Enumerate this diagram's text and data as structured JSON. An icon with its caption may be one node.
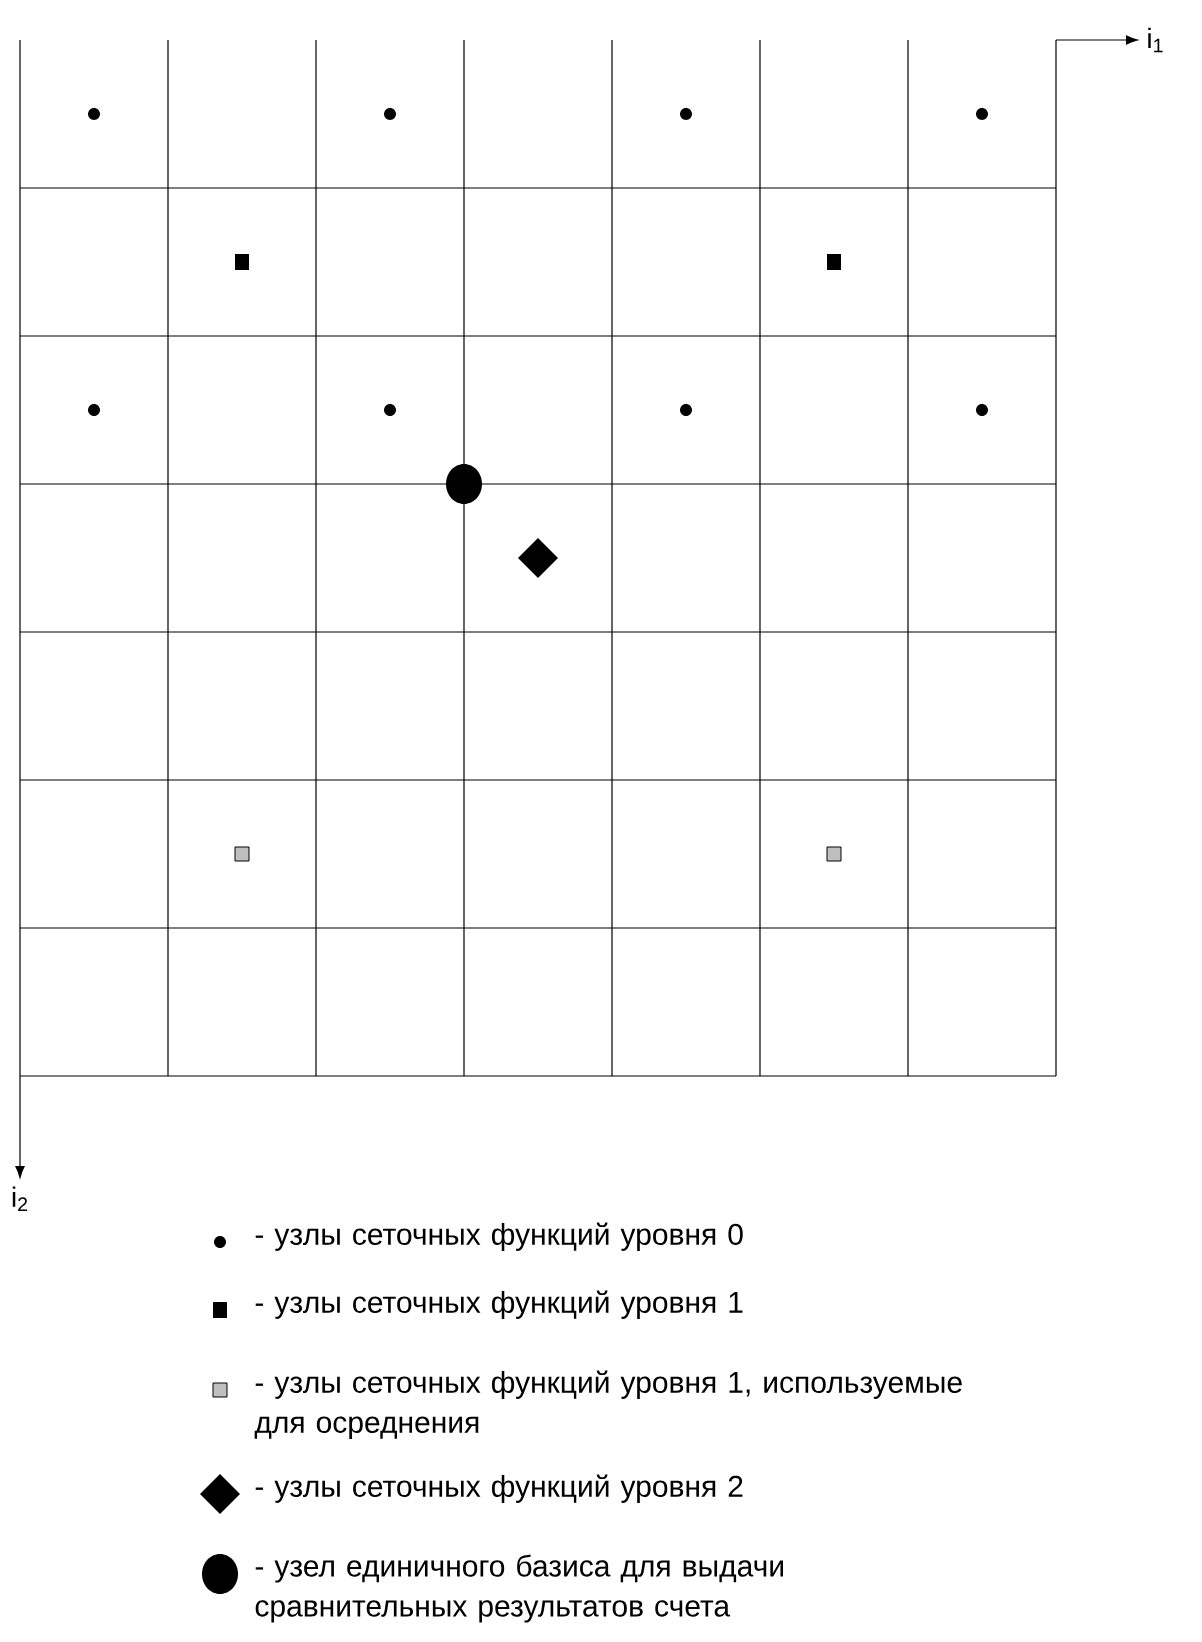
{
  "diagram": {
    "labels": [
      "i$_{1}$",
      "i$_{2}$"
    ],
    "legend": [
      {
        "text": "- узлы сеточных функций уровня 0"
      },
      {
        "text": "- узлы сеточных функций уровня 1"
      },
      {
        "text": "- узлы сеточных функций уровня 1, используемые для осреднения"
      },
      {
        "text": "- узлы сеточных функций уровня 2"
      },
      {
        "text": "- узел единичного базиса для выдачи сравнительных результатов счета"
      }
    ]
  }
}
